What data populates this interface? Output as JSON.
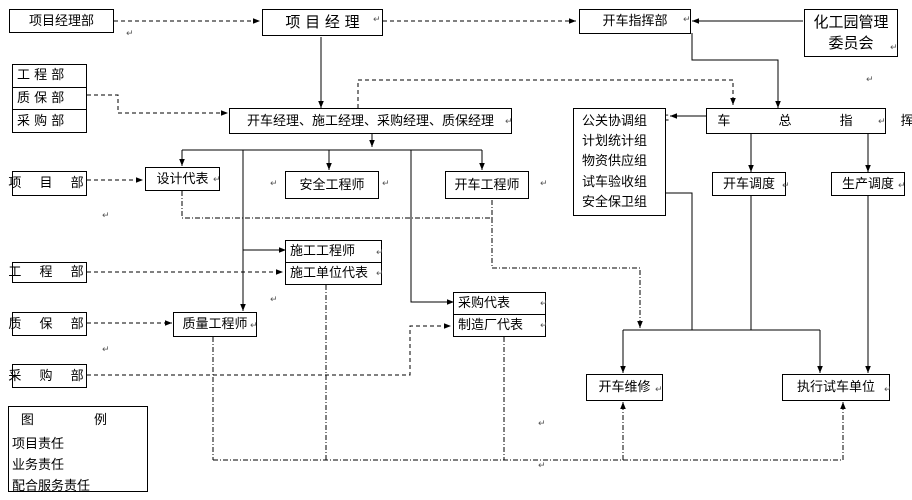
{
  "nodes": {
    "proj_dept_top": "项目经理部",
    "project_manager": "项 目 经 理",
    "commissioning_hq": "开车指挥部",
    "park_committee": [
      "化工园管理",
      "委员会"
    ],
    "eng_dept_group": [
      "工 程 部",
      "质 保 部",
      "采 购 部"
    ],
    "managers": "开车经理、施工经理、采购经理、质保经理",
    "commander": "开 车 总 指 挥",
    "groups": [
      "公关协调组",
      "计划统计组",
      "物资供应组",
      "试车验收组",
      "安全保卫组"
    ],
    "project_dept": "项 目 部",
    "design_rep": "设计代表",
    "safety_engineer": "安全工程师",
    "commissioning_engineer": "开车工程师",
    "commissioning_dispatch": "开车调度",
    "production_dispatch": "生产调度",
    "construction_engineer": "施工工程师",
    "construction_rep": "施工单位代表",
    "engineering_dept": "工 程 部",
    "procurement_rep": "采购代表",
    "manufacturer_rep": "制造厂代表",
    "qa_dept": "质 保 部",
    "quality_engineer": "质量工程师",
    "procurement_dept": "采 购 部",
    "commissioning_repair": "开车维修",
    "trial_unit": "执行试车单位"
  },
  "legend": {
    "title": "图 例",
    "items": [
      "项目责任",
      "业务责任",
      "配合服务责任"
    ]
  },
  "paragraph_mark": "↵"
}
